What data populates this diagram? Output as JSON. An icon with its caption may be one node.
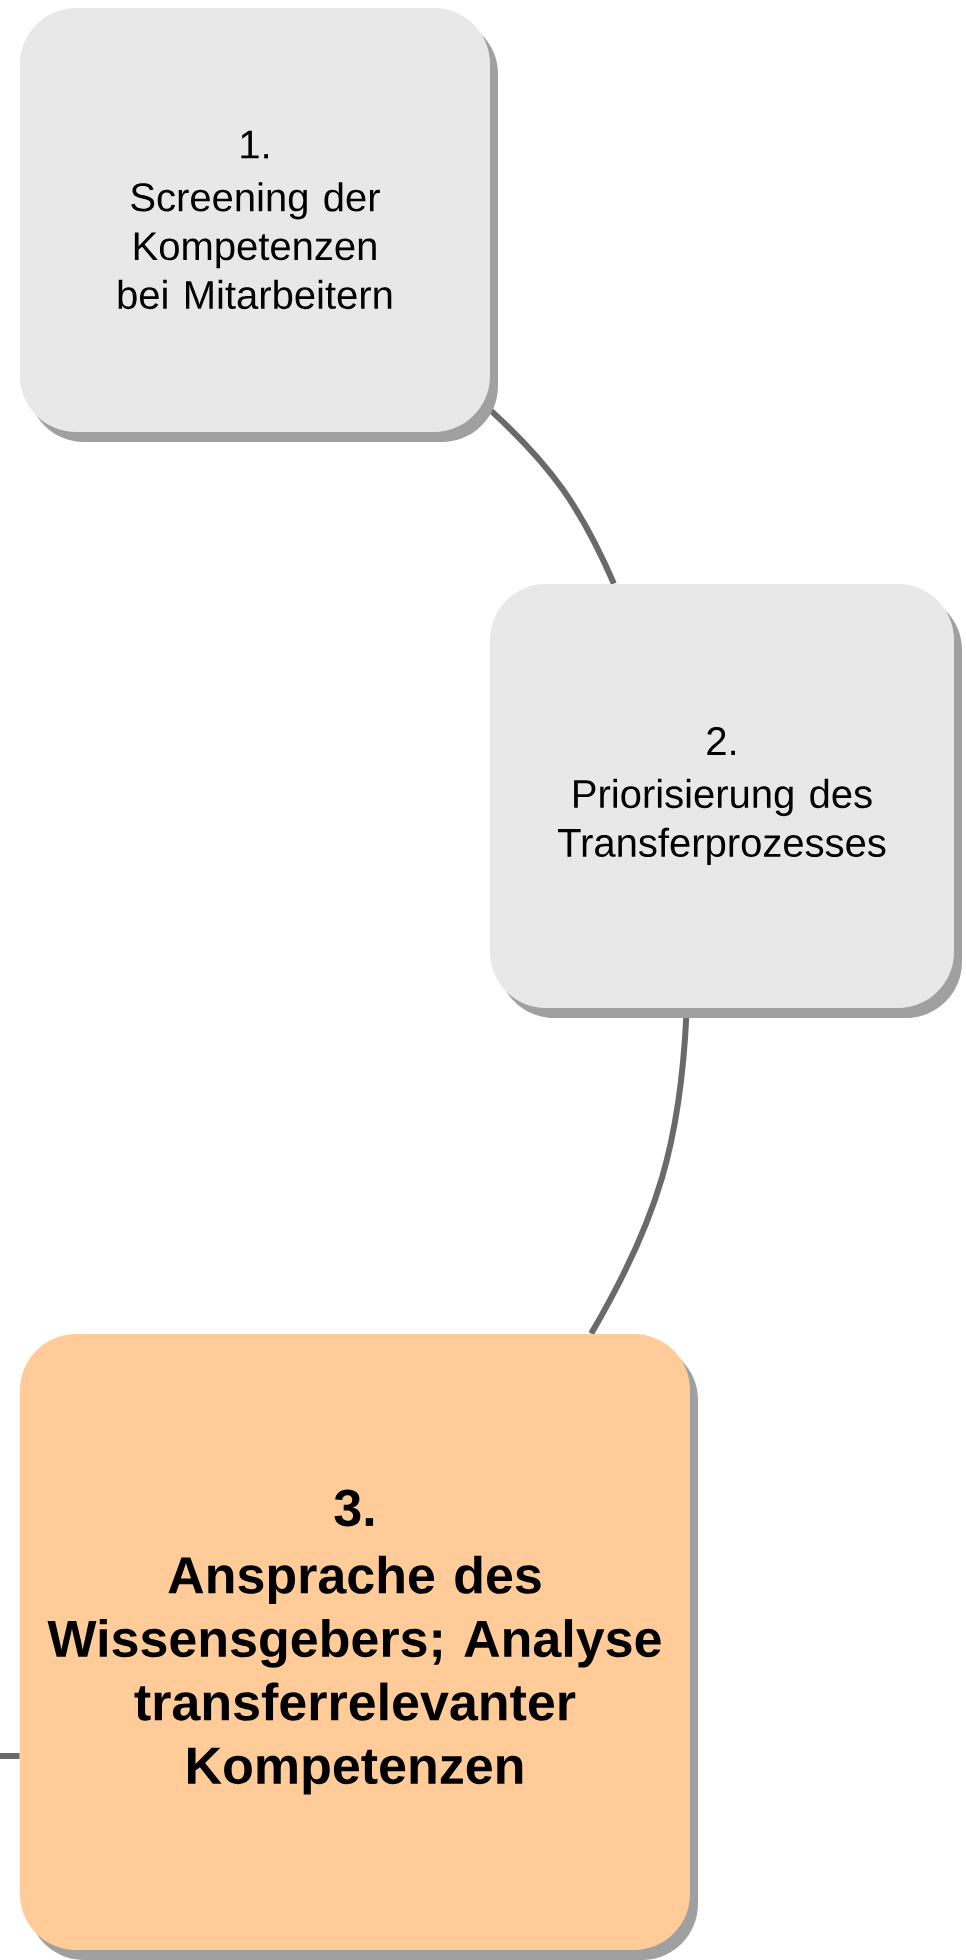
{
  "diagram": {
    "nodes": [
      {
        "text": [
          "1.",
          "Screening der Kompetenzen bei Mitarbeitern"
        ]
      },
      {
        "text": [
          "2.",
          "Priorisierung des Transferprozesses"
        ]
      },
      {
        "text": [
          "3.",
          "Ansprache des Wissensgebers; Analyse transferrelevanter Kompetenzen"
        ]
      }
    ],
    "edges": [
      {
        "from": 0,
        "to": 1,
        "arrow": "none"
      },
      {
        "from": 1,
        "to": 2,
        "arrow": "none"
      },
      {
        "from": 2,
        "to": null,
        "arrow": "none"
      }
    ]
  }
}
